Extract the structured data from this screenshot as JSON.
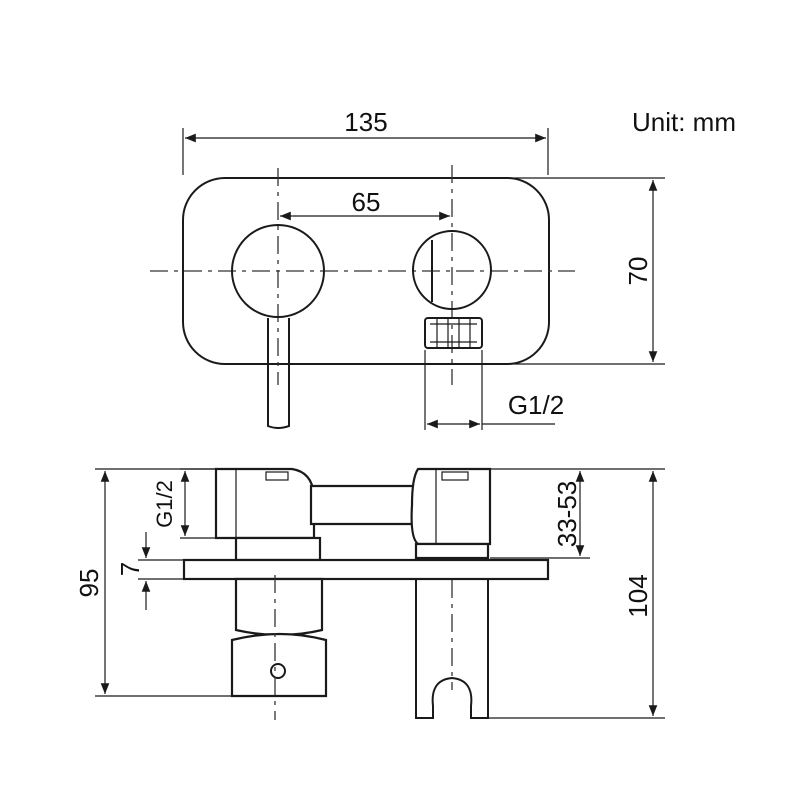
{
  "unit_label": "Unit: mm",
  "dimensions": {
    "width_total": "135",
    "handle_spacing": "65",
    "plate_height": "70",
    "outlet_thread": "G1/2",
    "inlet_thread": "G1/2",
    "plate_thickness": "7",
    "body_depth": "95",
    "adjust_range": "33-53",
    "total_depth": "104"
  }
}
